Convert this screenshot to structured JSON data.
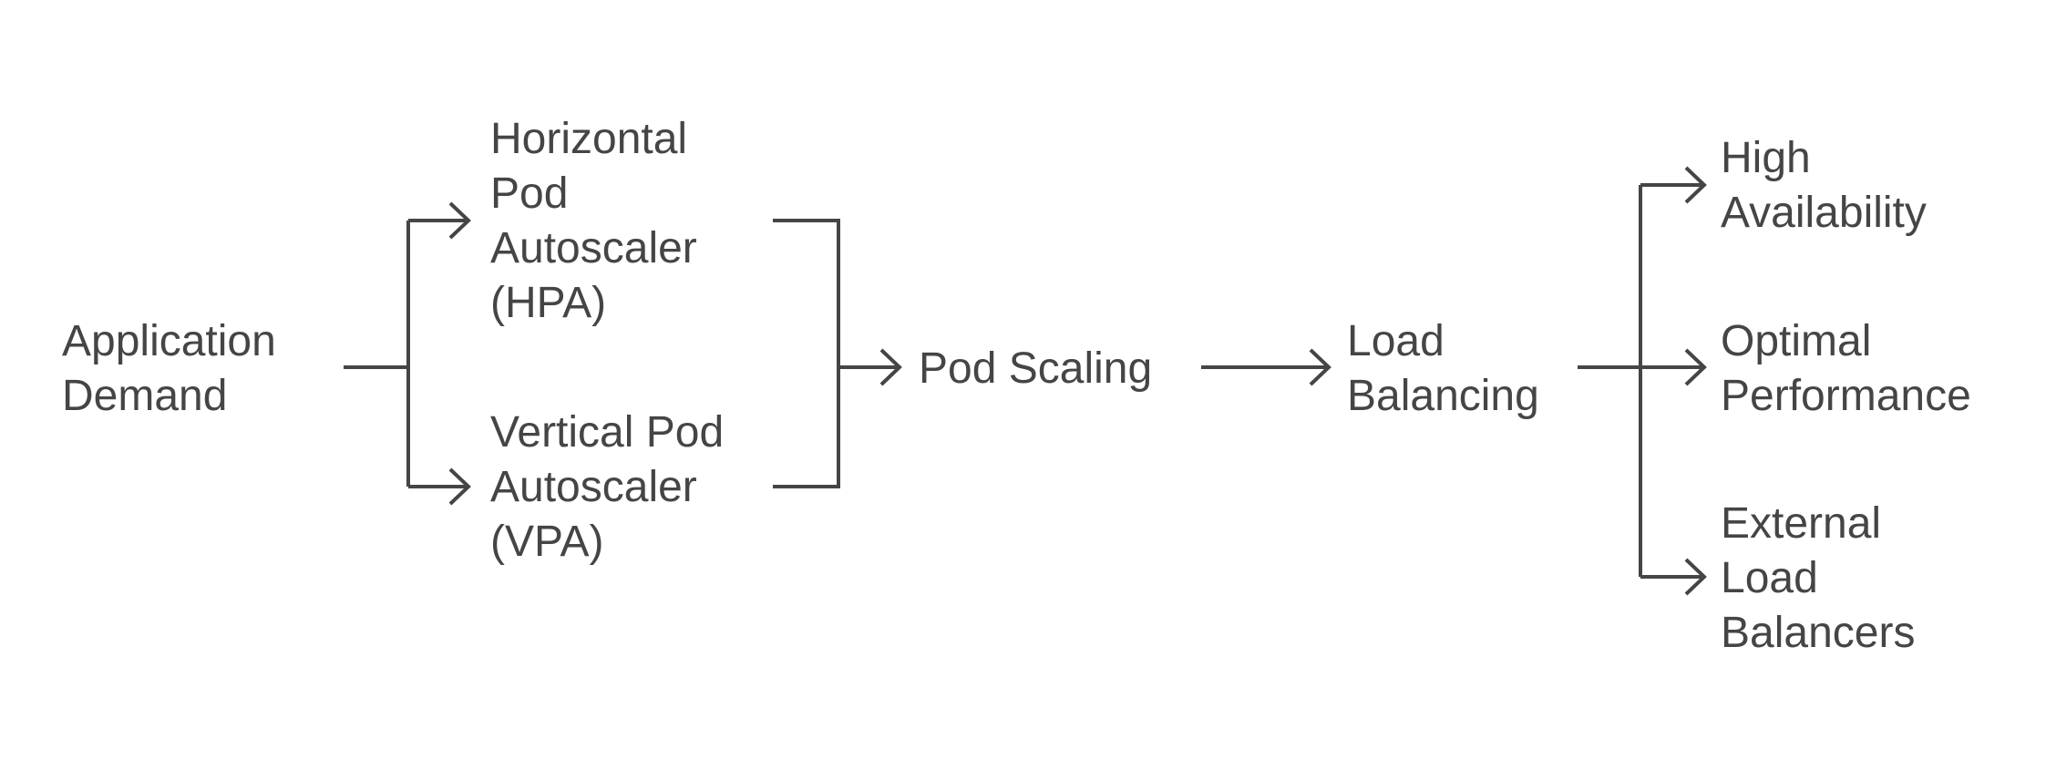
{
  "diagram": {
    "colors": {
      "stroke": "#454545",
      "text": "#454545",
      "background": "#ffffff"
    },
    "nodes": [
      {
        "id": "application-demand",
        "lines": [
          "Application",
          "Demand"
        ]
      },
      {
        "id": "hpa",
        "lines": [
          "Horizontal",
          "Pod",
          "Autoscaler",
          "(HPA)"
        ]
      },
      {
        "id": "vpa",
        "lines": [
          "Vertical Pod",
          "Autoscaler",
          "(VPA)"
        ]
      },
      {
        "id": "pod-scaling",
        "lines": [
          "Pod Scaling"
        ]
      },
      {
        "id": "load-balancing",
        "lines": [
          "Load",
          "Balancing"
        ]
      },
      {
        "id": "high-availability",
        "lines": [
          "High",
          "Availability"
        ]
      },
      {
        "id": "optimal-performance",
        "lines": [
          "Optimal",
          "Performance"
        ]
      },
      {
        "id": "external-load-balancers",
        "lines": [
          "External",
          "Load",
          "Balancers"
        ]
      }
    ],
    "edges": [
      {
        "from": "application-demand",
        "to": "hpa"
      },
      {
        "from": "application-demand",
        "to": "vpa"
      },
      {
        "from": "hpa",
        "to": "pod-scaling"
      },
      {
        "from": "vpa",
        "to": "pod-scaling"
      },
      {
        "from": "pod-scaling",
        "to": "load-balancing"
      },
      {
        "from": "load-balancing",
        "to": "high-availability"
      },
      {
        "from": "load-balancing",
        "to": "optimal-performance"
      },
      {
        "from": "load-balancing",
        "to": "external-load-balancers"
      }
    ]
  }
}
